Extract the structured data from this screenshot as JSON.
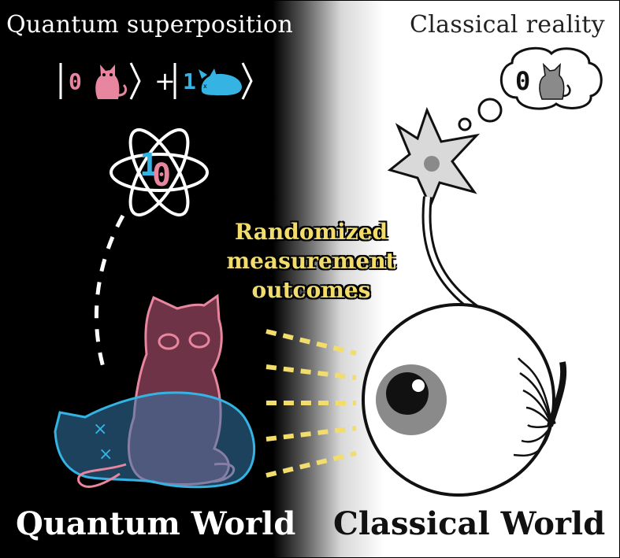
{
  "header": {
    "left_title": "Quantum superposition",
    "right_title": "Classical reality"
  },
  "superposition": {
    "ket0": "0",
    "plus": "+",
    "ket1": "1"
  },
  "atom": {
    "digit_back": "1",
    "digit_front": "0"
  },
  "thought": {
    "digit": "0"
  },
  "outcomes": {
    "line1": "Randomized",
    "line2": "measurement",
    "line3": "outcomes"
  },
  "footer": {
    "left": "Quantum World",
    "right": "Classical World"
  },
  "colors": {
    "pink": "#e8869f",
    "blue": "#35b3e3",
    "yellow": "#f1dc6c",
    "cat_fill": "#6e3347",
    "iris": "#8a8a8a"
  }
}
